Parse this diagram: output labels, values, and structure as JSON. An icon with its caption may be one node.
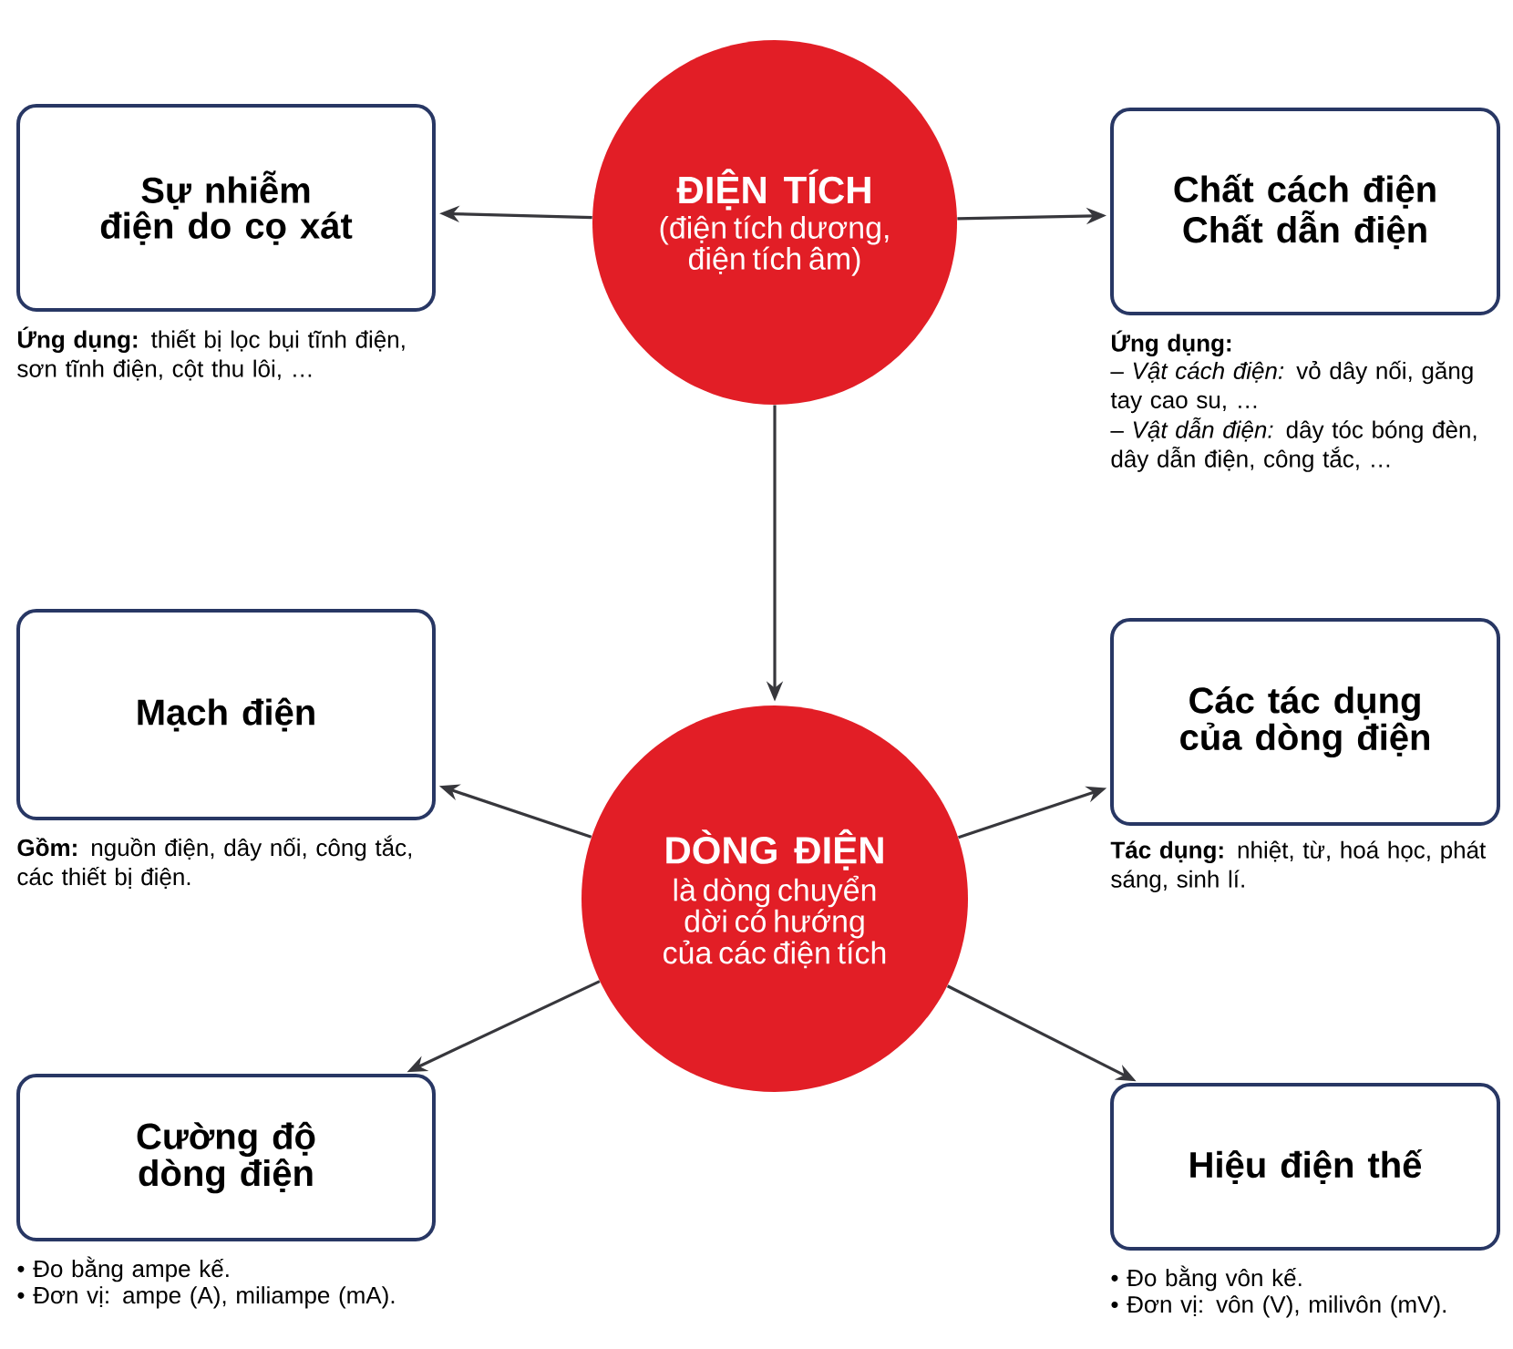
{
  "diagram": {
    "nodes": [
      {
        "text": [
          "Sự nhiễm điện do cọ xát"
        ],
        "beside": [
          "**Ứng dụng:** thiết bị lọc bụi tĩnh điện, sơn tĩnh điện, cột thu lôi, …"
        ]
      },
      {
        "text": [
          "ĐIỆN TÍCH",
          "(điện tích dương, điện tích âm)"
        ]
      },
      {
        "text": [
          "Chất cách điện",
          "Chất dẫn điện"
        ],
        "beside": [
          "**Ứng dụng:**",
          "– *Vật cách điện:* vỏ dây nối, găng tay cao su, …",
          "– *Vật dẫn điện:* dây tóc bóng đèn, dây dẫn điện, công tắc, …"
        ]
      },
      {
        "text": [
          "Mạch điện"
        ],
        "beside": [
          "**Gồm:** nguồn điện, dây nối, công tắc, các thiết bị điện."
        ]
      },
      {
        "text": [
          "Các tác dụng của dòng điện"
        ],
        "beside": [
          "**Tác dụng:** nhiệt, từ, hoá học, phát sáng, sinh lí."
        ]
      },
      {
        "text": [
          "DÒNG ĐIỆN",
          "là dòng chuyển dời có hướng của các điện tích"
        ]
      },
      {
        "text": [
          "Cường độ dòng điện"
        ],
        "beside": [
          "• Đo bằng ampe kế.",
          "• Đơn vị: ampe (A), miliampe (mA)."
        ]
      },
      {
        "text": [
          "Hiệu điện thế"
        ],
        "beside": [
          "• Đo bằng vôn kế.",
          "• Đơn vị: vôn (V), milivôn (mV)."
        ]
      }
    ],
    "edges": [
      {
        "from": 1,
        "to": 0,
        "arrow": "to"
      },
      {
        "from": 1,
        "to": 2,
        "arrow": "to"
      },
      {
        "from": 1,
        "to": 5,
        "arrow": "to"
      },
      {
        "from": 5,
        "to": 3,
        "arrow": "to"
      },
      {
        "from": 5,
        "to": 4,
        "arrow": "to"
      },
      {
        "from": 5,
        "to": 6,
        "arrow": "to"
      },
      {
        "from": 5,
        "to": 7,
        "arrow": "to"
      }
    ]
  }
}
